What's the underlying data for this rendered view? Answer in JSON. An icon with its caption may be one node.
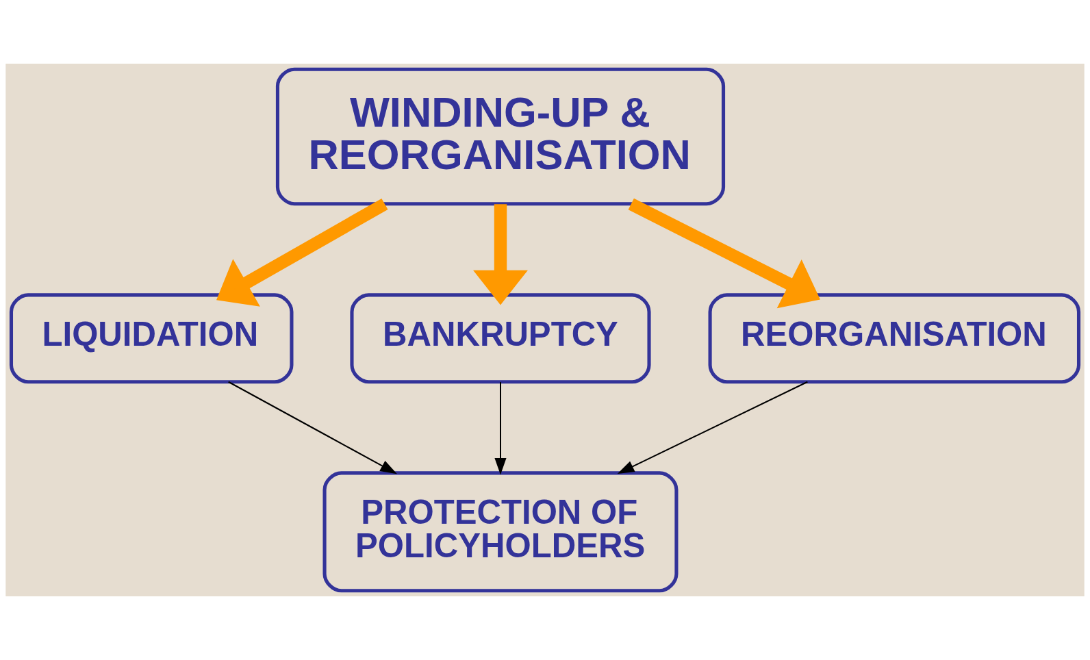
{
  "diagram": {
    "nodes": [
      {
        "text": [
          "WINDING-UP & REORGANISATION"
        ]
      },
      {
        "text": [
          "LIQUIDATION"
        ]
      },
      {
        "text": [
          "BANKRUPTCY"
        ]
      },
      {
        "text": [
          "REORGANISATION"
        ]
      },
      {
        "text": [
          "PROTECTION OF POLICYHOLDERS"
        ]
      }
    ],
    "edges": [
      {
        "from": 0,
        "to": 1,
        "arrow": "to",
        "style": "thick",
        "color": "#ff9900"
      },
      {
        "from": 0,
        "to": 2,
        "arrow": "to",
        "style": "thick",
        "color": "#ff9900"
      },
      {
        "from": 0,
        "to": 3,
        "arrow": "to",
        "style": "thick",
        "color": "#ff9900"
      },
      {
        "from": 1,
        "to": 4,
        "arrow": "to",
        "color": "#000000"
      },
      {
        "from": 2,
        "to": 4,
        "arrow": "to",
        "color": "#000000"
      },
      {
        "from": 3,
        "to": 4,
        "arrow": "to",
        "color": "#000000"
      }
    ]
  }
}
